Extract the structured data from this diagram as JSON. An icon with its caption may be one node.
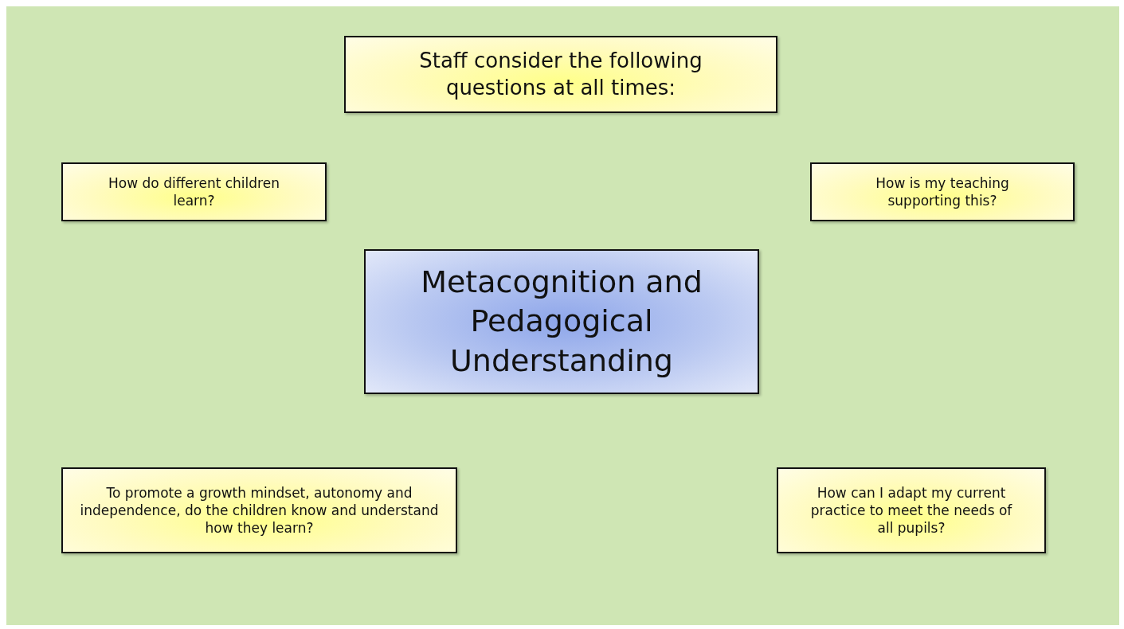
{
  "diagram": {
    "nodes": [
      {
        "text": [
          "Staff consider the following questions at all times:"
        ]
      },
      {
        "text": [
          "How do different children learn?"
        ]
      },
      {
        "text": [
          "How is my teaching supporting this?"
        ]
      },
      {
        "text": [
          "Metacognition and Pedagogical Understanding"
        ]
      },
      {
        "text": [
          "To promote a growth mindset, autonomy and independence, do the children know and understand how they learn?"
        ]
      },
      {
        "text": [
          "How can I adapt my current practice to meet the needs of all pupils?"
        ]
      }
    ]
  }
}
